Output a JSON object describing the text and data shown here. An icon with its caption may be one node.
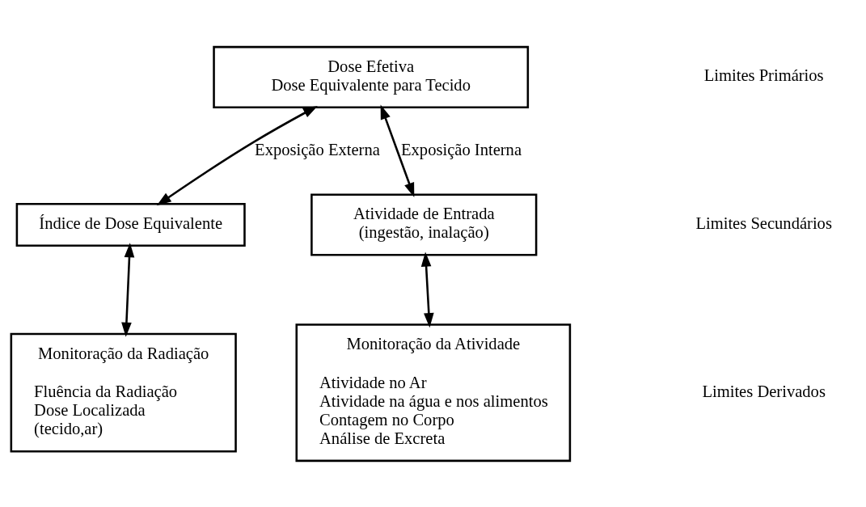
{
  "diagram": {
    "nodes": [
      {
        "text": [
          "Dose Efetiva",
          "Dose Equivalente para Tecido"
        ]
      },
      {
        "text": [
          "Índice de Dose Equivalente"
        ]
      },
      {
        "text": [
          "Atividade de Entrada",
          "(ingestão, inalação)"
        ]
      },
      {
        "text": [
          "Monitoração da Radiação",
          "Fluência da Radiação",
          "Dose Localizada",
          "(tecido,ar)"
        ]
      },
      {
        "text": [
          "Monitoração da Atividade",
          "Atividade no Ar",
          "Atividade na água e nos alimentos",
          "Contagem no Corpo",
          "Análise de Excreta"
        ]
      }
    ],
    "edges": [
      {
        "from": 0,
        "to": 1,
        "arrow": "both",
        "label": "Exposição Externa"
      },
      {
        "from": 0,
        "to": 2,
        "arrow": "both",
        "label": "Exposição Interna"
      },
      {
        "from": 1,
        "to": 3,
        "arrow": "both"
      },
      {
        "from": 2,
        "to": 4,
        "arrow": "both"
      }
    ],
    "labels": [
      "Limites Primários",
      "Limites Secundários",
      "Limites Derivados"
    ]
  }
}
